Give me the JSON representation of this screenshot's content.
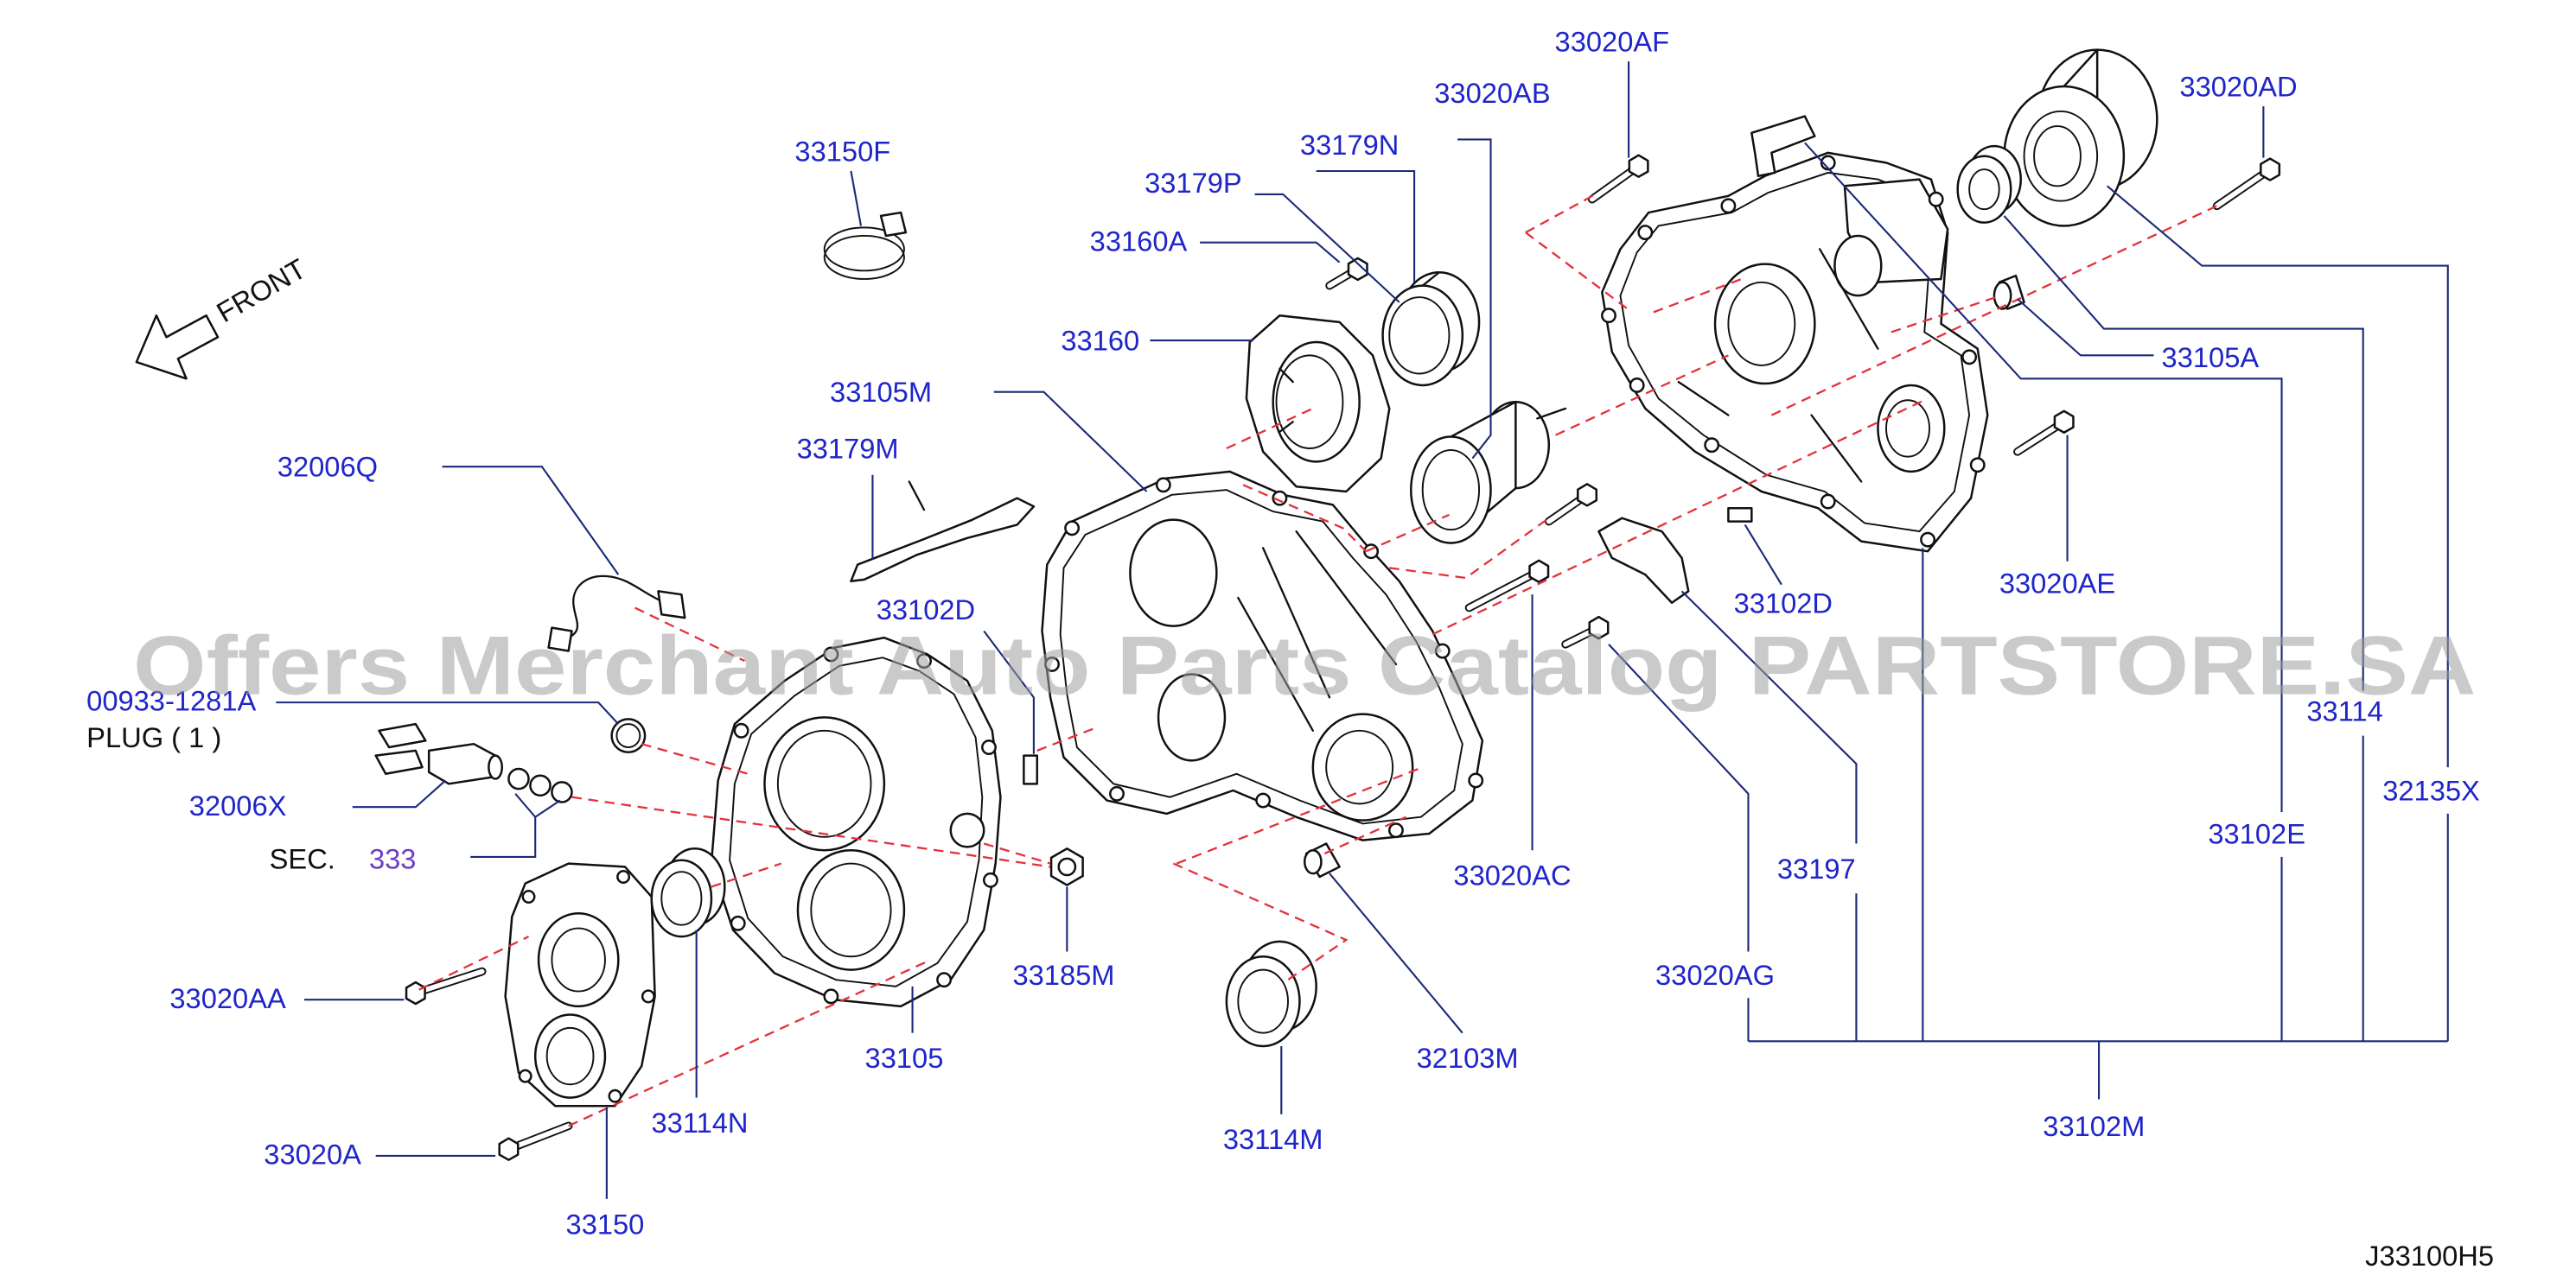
{
  "diagram": {
    "code": "J33100H5",
    "watermark": "Offers Merchant Auto Parts Catalog PARTSTORE.SA",
    "direction_label": "FRONT",
    "plug_note": "PLUG ( 1 )",
    "section_ref": {
      "prefix": "SEC.",
      "number": "333"
    }
  },
  "callouts": [
    "33020AF",
    "33020AB",
    "33020AD",
    "33150F",
    "33179N",
    "33179P",
    "33160A",
    "33160",
    "33105M",
    "33105A",
    "33179M",
    "32006Q",
    "33020AE",
    "33102D",
    "33102D",
    "00933-1281A",
    "33114",
    "32135X",
    "32006X",
    "33020AC",
    "33197",
    "33102E",
    "33185M",
    "33020AG",
    "33020AA",
    "33105",
    "32103M",
    "33114N",
    "33114M",
    "33102M",
    "33020A",
    "33150"
  ],
  "colors": {
    "callout_text": "#1f25c9",
    "section_number": "#6b3fc6",
    "exploded_path": "#e3323c",
    "leader": "#1b2a78",
    "outline": "#111111",
    "watermark": "#9e9e9e"
  }
}
